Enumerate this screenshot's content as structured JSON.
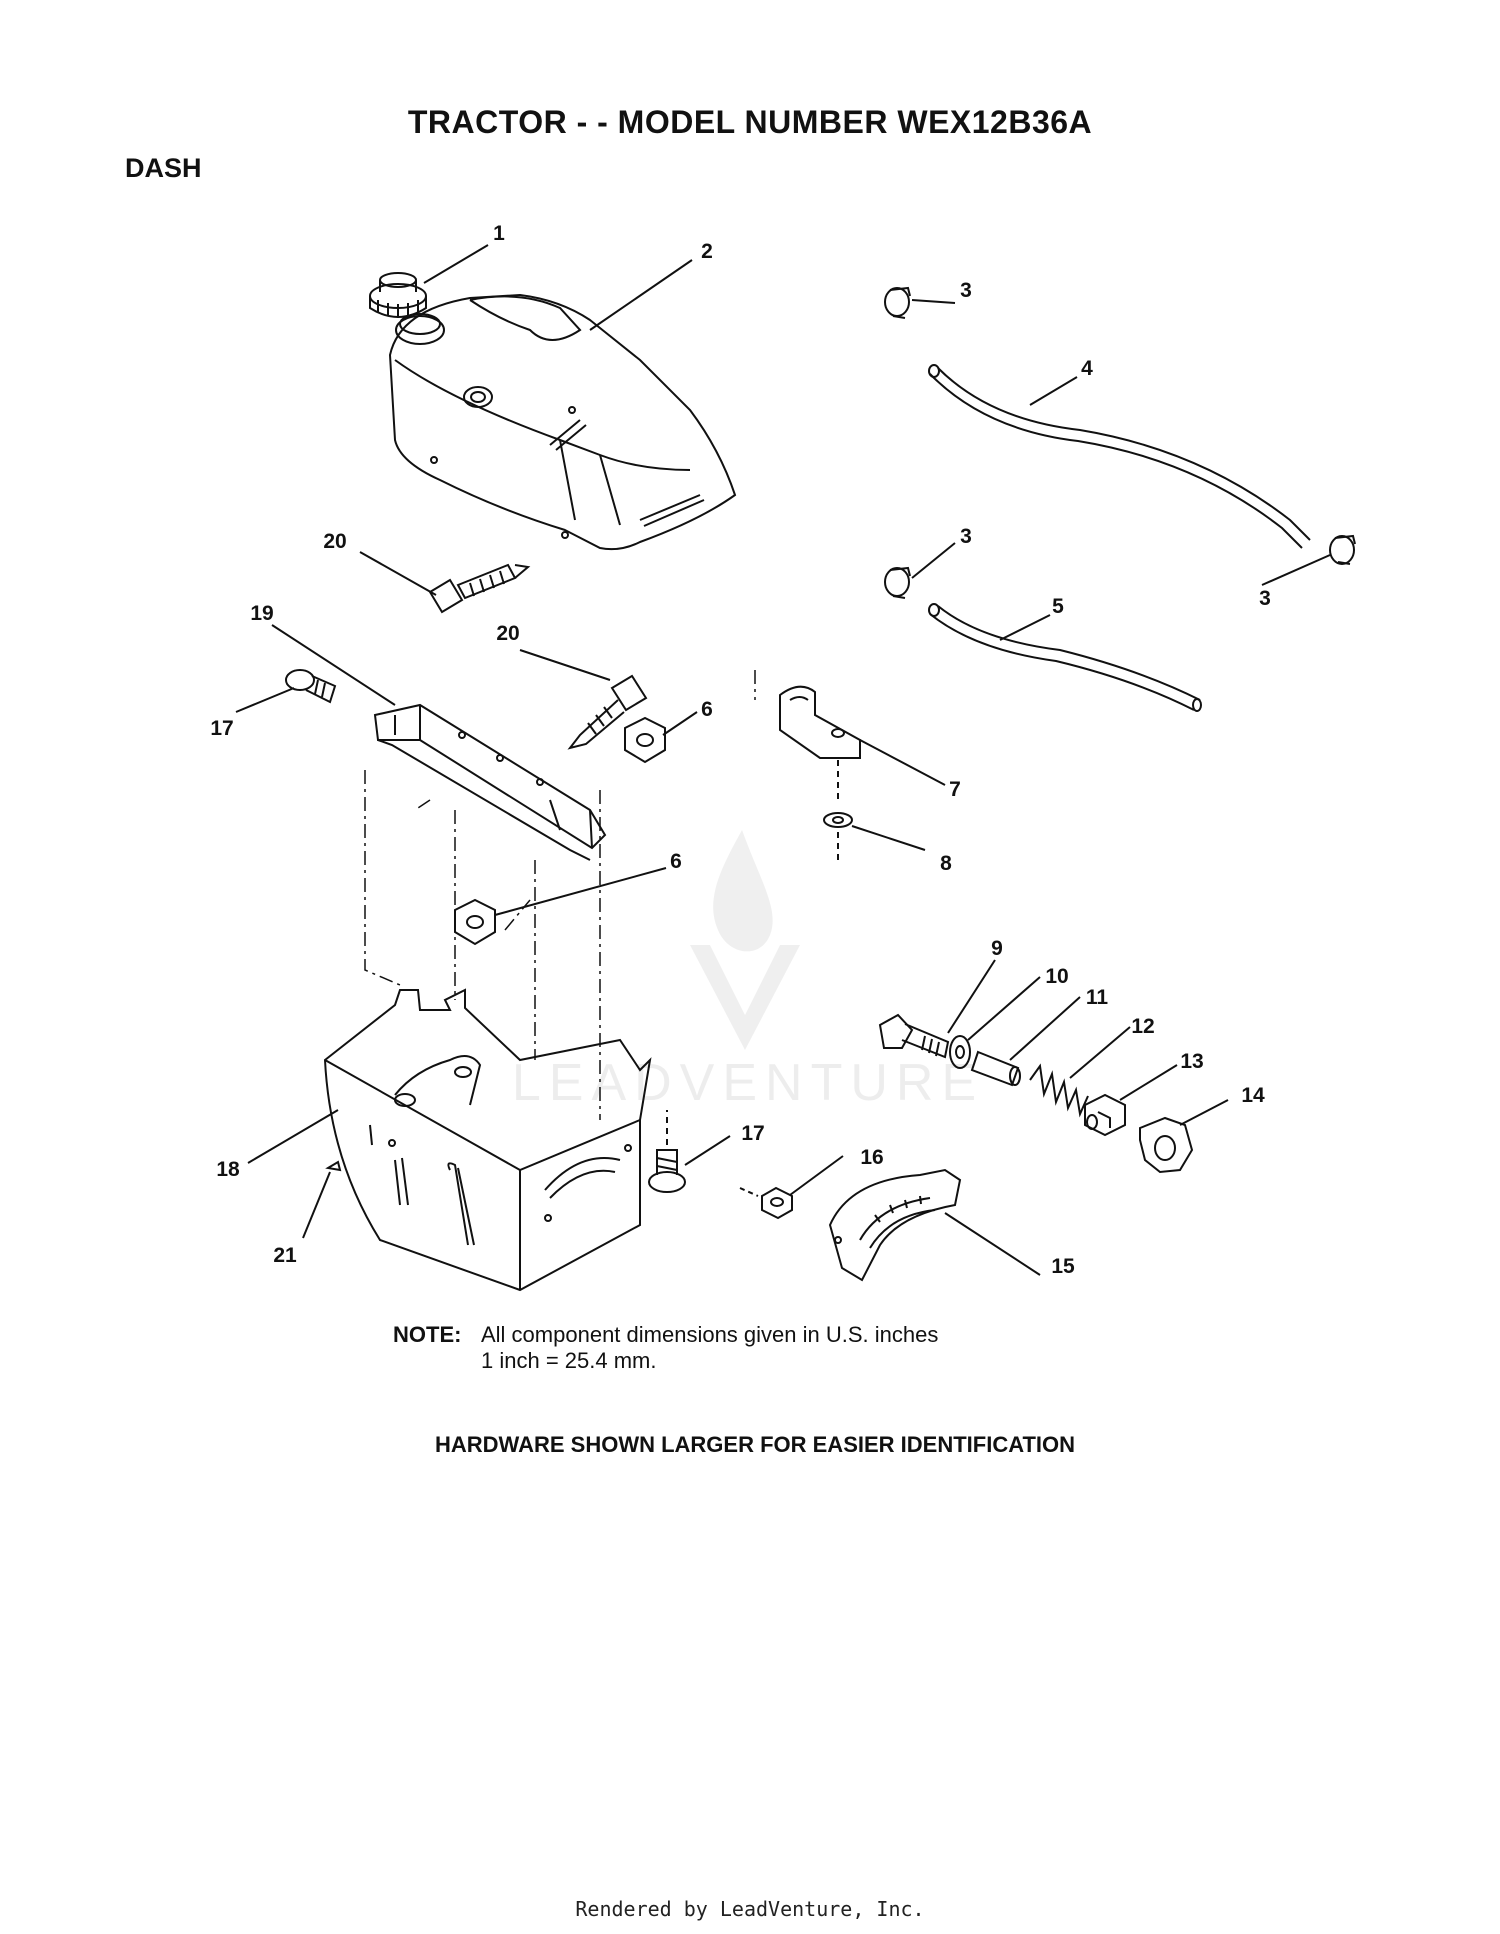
{
  "title": "TRACTOR - - MODEL NUMBER WEX12B36A",
  "section": "DASH",
  "watermark": {
    "text": "LEADVENTURE",
    "color": "#ececec"
  },
  "callouts": {
    "c1": "1",
    "c2": "2",
    "c3a": "3",
    "c3b": "3",
    "c3c": "3",
    "c4": "4",
    "c5": "5",
    "c6a": "6",
    "c6b": "6",
    "c7": "7",
    "c8": "8",
    "c9": "9",
    "c10": "10",
    "c11": "11",
    "c12": "12",
    "c13": "13",
    "c14": "14",
    "c15": "15",
    "c16": "16",
    "c17a": "17",
    "c17b": "17",
    "c18": "18",
    "c19": "19",
    "c20a": "20",
    "c20b": "20",
    "c21": "21"
  },
  "note": {
    "label": "NOTE:",
    "line1": "All component dimensions given in U.S. inches",
    "line2": "1 inch = 25.4 mm."
  },
  "hardware_note": "HARDWARE SHOWN LARGER FOR EASIER IDENTIFICATION",
  "footer": "Rendered by LeadVenture, Inc."
}
